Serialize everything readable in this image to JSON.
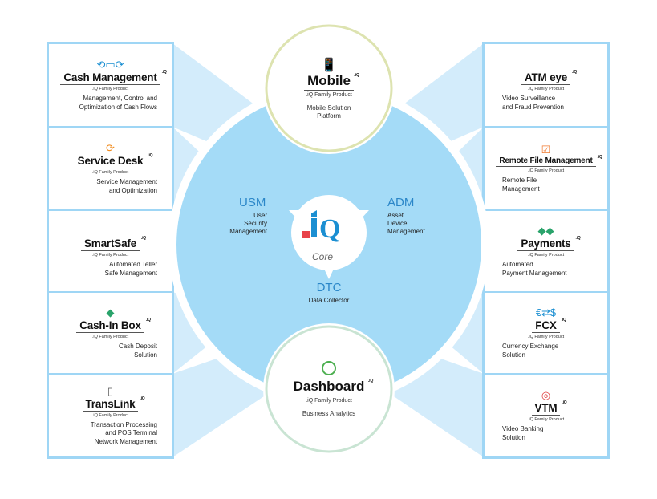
{
  "colors": {
    "ring": "#ffffff",
    "core_fill": "#a4dbf7",
    "fan": "#d3ecfb",
    "frame": "#9fd6f5",
    "mobile_ring": "#dde3b0",
    "dashboard_ring": "#c9e4d3",
    "module_text": "#2a86c8"
  },
  "center": {
    "logo": ".iQ Core",
    "modules": [
      {
        "abbr": "USM",
        "desc": [
          "User",
          "Security",
          "Management"
        ]
      },
      {
        "abbr": "ADM",
        "desc": [
          "Asset",
          "Device",
          "Management"
        ]
      },
      {
        "abbr": "DTC",
        "desc": [
          "Data Collector"
        ]
      }
    ]
  },
  "top": {
    "title": "Mobile",
    "sup": ".iQ",
    "family": ".iQ Family Product",
    "desc": [
      "Mobile Solution",
      "Platform"
    ],
    "icon": "phone-icon"
  },
  "bottom": {
    "title": "Dashboard",
    "sup": ".iQ",
    "family": ".iQ Family Product",
    "desc": [
      "Business Analytics"
    ],
    "icon": "chart-icon"
  },
  "left": [
    {
      "title": "Cash Management",
      "sup": ".iQ",
      "family": ".iQ Family Product",
      "desc": [
        "Management, Control and",
        "Optimization of Cash Flows"
      ],
      "icon": "banknote-cycle-icon"
    },
    {
      "title": "Service Desk",
      "sup": ".iQ",
      "family": ".iQ Family Product",
      "desc": [
        "Service Management",
        "and Optimization"
      ],
      "icon": "refresh-icon"
    },
    {
      "title": "SmartSafe",
      "sup": ".iQ",
      "family": ".iQ Family Product",
      "desc": [
        "Automated Teller",
        "Safe Management"
      ],
      "icon": "safe-icon"
    },
    {
      "title": "Cash-In Box",
      "sup": ".iQ",
      "family": ".iQ Family Product",
      "desc": [
        "Cash Deposit",
        "Solution"
      ],
      "icon": "box-icon"
    },
    {
      "title": "TransLink",
      "sup": ".iQ",
      "family": ".iQ Family Product",
      "desc": [
        "Transaction Processing",
        "and POS Terminal",
        "Network Management"
      ],
      "icon": "pos-terminal-icon"
    }
  ],
  "right": [
    {
      "title": "ATM eye",
      "sup": ".iQ",
      "family": ".iQ Family Product",
      "desc": [
        "Video Surveillance",
        "and Fraud Prevention"
      ],
      "icon": "eye-icon"
    },
    {
      "title": "Remote File Management",
      "sup": ".iQ",
      "family": ".iQ Family Product",
      "desc": [
        "Remote File",
        "Management"
      ],
      "icon": "checked-folder-icon"
    },
    {
      "title": "Payments",
      "sup": ".iQ",
      "family": ".iQ Family Product",
      "desc": [
        "Automated",
        "Payment Management"
      ],
      "icon": "payment-cards-icon"
    },
    {
      "title": "FCX",
      "sup": ".iQ",
      "family": ".iQ Family Product",
      "desc": [
        "Currency Exchange",
        "Solution"
      ],
      "icon": "currency-exchange-icon"
    },
    {
      "title": "VTM",
      "sup": ".iQ",
      "family": ".iQ Family Product",
      "desc": [
        "Video Banking",
        "Solution"
      ],
      "icon": "video-globe-icon"
    }
  ]
}
